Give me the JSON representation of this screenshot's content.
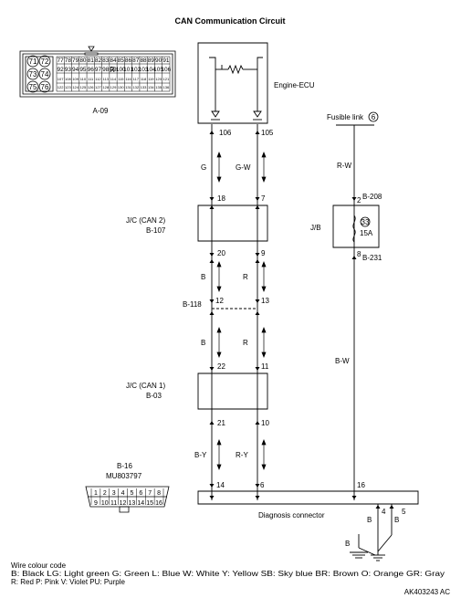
{
  "title": "CAN Communication Circuit",
  "engine_ecu": {
    "label": "Engine-ECU",
    "pins": [
      "106",
      "105"
    ]
  },
  "connector_a09": {
    "label": "A-09",
    "big_pins": [
      "71",
      "72",
      "73",
      "74",
      "75",
      "76"
    ],
    "row1": [
      "77",
      "78",
      "79",
      "80",
      "81",
      "82",
      "83",
      "84",
      "85",
      "86",
      "87",
      "88",
      "89",
      "90",
      "91"
    ],
    "row2": [
      "92",
      "93",
      "94",
      "95",
      "96",
      "97",
      "98",
      "99",
      "100",
      "101",
      "102",
      "103",
      "104",
      "105",
      "106"
    ],
    "row3": [
      "107",
      "108",
      "109",
      "110",
      "111",
      "112",
      "113",
      "114",
      "115",
      "116",
      "117",
      "118",
      "119",
      "120",
      "121"
    ],
    "row4": [
      "122",
      "123",
      "124",
      "125",
      "126",
      "127",
      "128",
      "129",
      "130",
      "131",
      "132",
      "133",
      "134",
      "135",
      "136"
    ],
    "key": "R"
  },
  "wire_segments": {
    "ecu_to_can2": {
      "left": "G",
      "right": "G-W"
    },
    "can2_to_b118": {
      "left": "B",
      "right": "R"
    },
    "b118_to_can1": {
      "left": "B",
      "right": "R"
    },
    "can1_to_diag": {
      "left": "B-Y",
      "right": "R-Y"
    },
    "fusible_to_jb": "R-W",
    "jb_to_diag": "B-W"
  },
  "jc_can2": {
    "label_line1": "J/C (CAN 2)",
    "label_line2": "B-107",
    "pins": [
      "18",
      "7",
      "20",
      "9"
    ]
  },
  "b118": {
    "label": "B-118",
    "pins": [
      "12",
      "13"
    ]
  },
  "jc_can1": {
    "label_line1": "J/C (CAN 1)",
    "label_line2": "B-03",
    "pins": [
      "22",
      "11",
      "21",
      "10"
    ]
  },
  "fusible_link": {
    "label": "Fusible link",
    "number": "6"
  },
  "jb": {
    "label": "J/B",
    "fuse_no": "33",
    "fuse_rating": "15A",
    "pin_in": "2",
    "conn_in": "B-208",
    "pin_out": "8",
    "conn_out": "B-231"
  },
  "b16_connector": {
    "label_line1": "B-16",
    "label_line2": "MU803797",
    "top_pins": [
      "1",
      "2",
      "3",
      "4",
      "5",
      "6",
      "7",
      "8"
    ],
    "bottom_pins": [
      "9",
      "10",
      "11",
      "12",
      "13",
      "14",
      "15",
      "16"
    ]
  },
  "diagnosis_connector": {
    "label": "Diagnosis connector",
    "pins_top": [
      "14",
      "6",
      "16"
    ],
    "pins_bottom": [
      "4",
      "5"
    ],
    "ground_wires": [
      "B",
      "B",
      "B"
    ]
  },
  "legend": {
    "heading": "Wire colour code",
    "line1": "B: Black  LG: Light green  G: Green  L: Blue  W: White  Y: Yellow  SB: Sky blue  BR: Brown  O: Orange  GR: Gray",
    "line2": "R: Red  P: Pink  V: Violet  PU: Purple"
  },
  "figure_code": "AK403243 AC"
}
